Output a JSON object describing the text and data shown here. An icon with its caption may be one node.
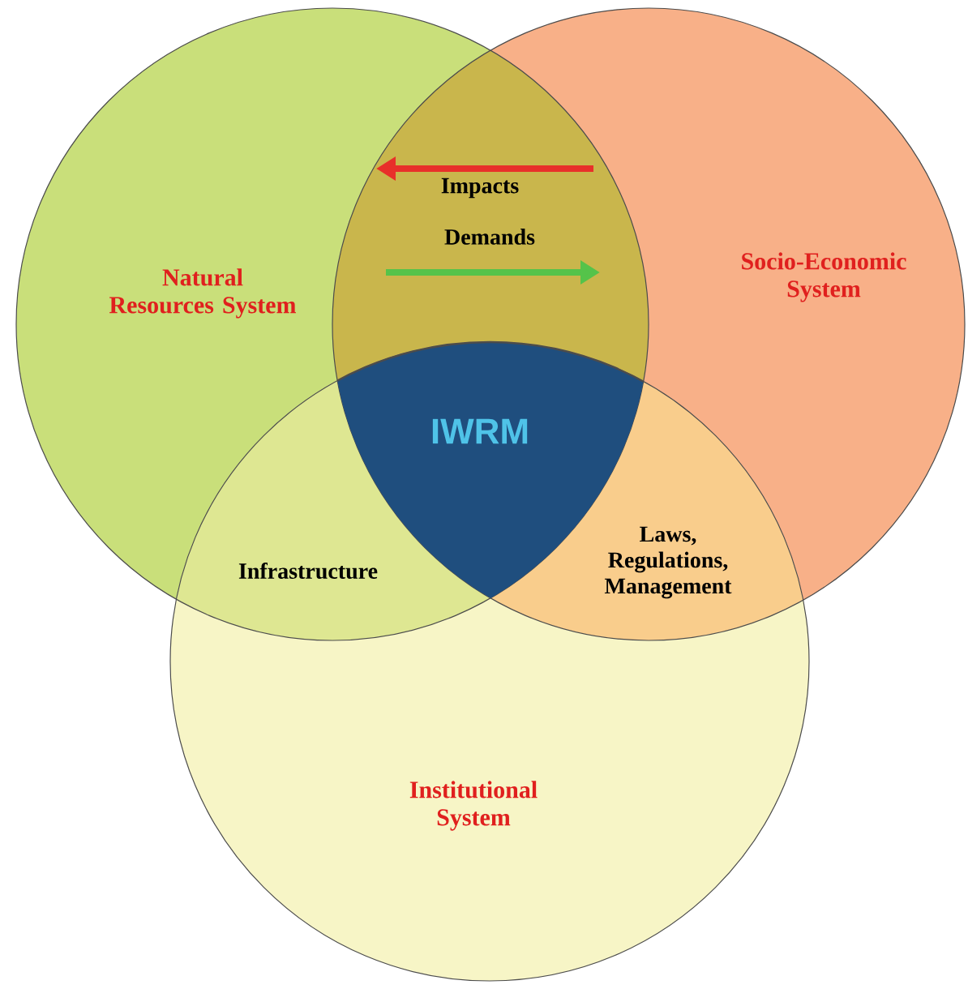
{
  "diagram": {
    "nodes": [
      {
        "text": [
          "Natural Resources System"
        ]
      },
      {
        "text": [
          "Socio-Economic System"
        ]
      },
      {
        "text": [
          "Institutional System"
        ]
      },
      {
        "text": [
          "IWRM"
        ]
      }
    ],
    "edges": [],
    "labels": [
      "Impacts",
      "Demands",
      "Infrastructure",
      "Laws, Regulations, Management"
    ]
  }
}
